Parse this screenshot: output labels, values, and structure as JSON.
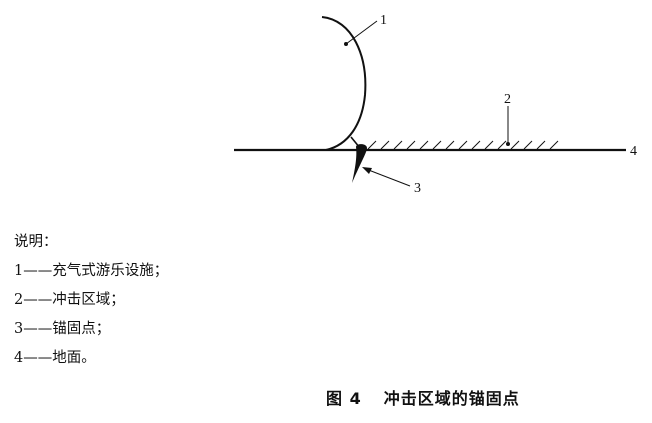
{
  "diagram": {
    "callouts": [
      {
        "id": "1",
        "label": "1",
        "target": "inflatable-amusement-device"
      },
      {
        "id": "2",
        "label": "2",
        "target": "impact-zone"
      },
      {
        "id": "3",
        "label": "3",
        "target": "anchor-point"
      },
      {
        "id": "4",
        "label": "4",
        "target": "ground"
      }
    ]
  },
  "legend": {
    "title": "说明：",
    "items": [
      {
        "num": "1",
        "dash": "——",
        "text": "充气式游乐设施；"
      },
      {
        "num": "2",
        "dash": "——",
        "text": "冲击区域；"
      },
      {
        "num": "3",
        "dash": "——",
        "text": "锚固点；"
      },
      {
        "num": "4",
        "dash": "——",
        "text": "地面。"
      }
    ]
  },
  "caption": {
    "figure": "图 4",
    "title": "冲击区域的锚固点"
  }
}
